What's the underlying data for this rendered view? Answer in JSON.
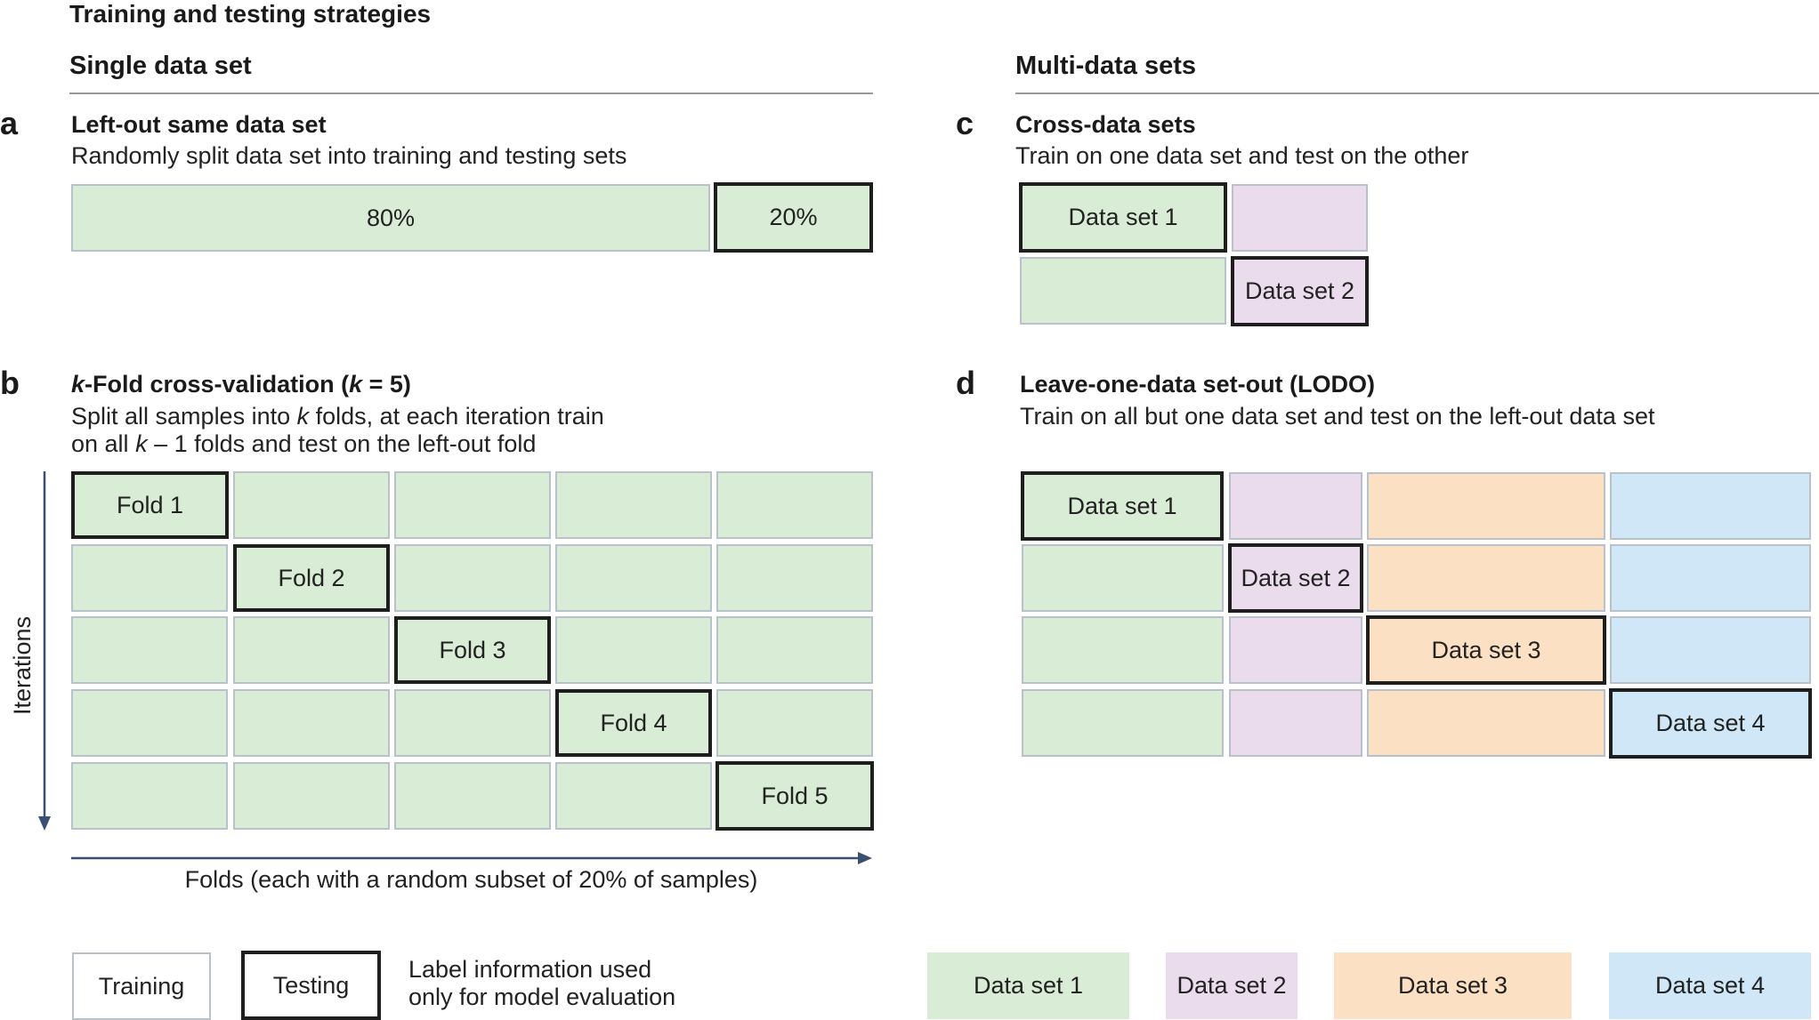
{
  "title": "Training and testing strategies",
  "single": {
    "heading": "Single data set",
    "a": {
      "letter": "a",
      "title": "Left-out same data set",
      "desc": "Randomly split data set into training and testing sets",
      "train_label": "80%",
      "test_label": "20%",
      "train_fraction": 0.8,
      "test_fraction": 0.2
    },
    "b": {
      "letter": "b",
      "title_italic_k": "k",
      "title_part1": "-Fold cross-validation (",
      "title_italic_k2": "k",
      "title_part2": " = 5)",
      "desc_line1_a": "Split all samples into ",
      "desc_line1_k": "k",
      "desc_line1_b": " folds, at each iteration train",
      "desc_line2_a": "on all ",
      "desc_line2_k": "k",
      "desc_line2_b": " – 1 folds and test on the left-out fold",
      "y_axis_label": "Iterations",
      "x_axis_label": "Folds (each with a random subset of 20% of samples)",
      "folds": [
        "Fold 1",
        "Fold 2",
        "Fold 3",
        "Fold 4",
        "Fold 5"
      ],
      "k": 5
    }
  },
  "multi": {
    "heading": "Multi-data sets",
    "c": {
      "letter": "c",
      "title": "Cross-data sets",
      "desc": "Train on one data set and test on the other",
      "labels": [
        "Data set 1",
        "Data set 2"
      ]
    },
    "d": {
      "letter": "d",
      "title": "Leave-one-data set-out (LODO)",
      "desc": "Train on all but one data set and test on the left-out data set",
      "labels": [
        "Data set 1",
        "Data set 2",
        "Data set 3",
        "Data set 4"
      ]
    }
  },
  "legend": {
    "training": "Training",
    "testing": "Testing",
    "note_line1": "Label information used",
    "note_line2": "only for model evaluation",
    "datasets": [
      "Data set 1",
      "Data set 2",
      "Data set 3",
      "Data set 4"
    ]
  },
  "colors": {
    "data_set_1": "#d9ecd5",
    "data_set_2": "#eadcec",
    "data_set_3": "#fce0c4",
    "data_set_4": "#cfe7f6",
    "testing_border": "#1e1e1e",
    "training_border": "#b9c2cb",
    "axis_arrow": "#3b4f73"
  }
}
